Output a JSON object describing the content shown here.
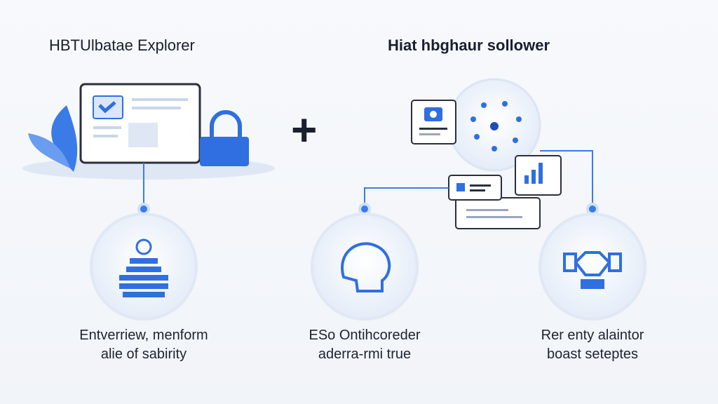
{
  "left_title": "HBTUlbatae Explorer",
  "right_title": "Hiat hbghaur sollower",
  "plus_symbol": "+",
  "accent": "#2f6fe0",
  "nodes": [
    {
      "icon": "server-stack-icon",
      "line1": "Entverriew, menform",
      "line2": "alie of sabirity"
    },
    {
      "icon": "head-profile-icon",
      "line1": "ESo Ontihcoreder",
      "line2": "aderra-rmi true"
    },
    {
      "icon": "network-hub-icon",
      "line1": "Rer enty alaintor",
      "line2": "boast seteptes"
    }
  ]
}
